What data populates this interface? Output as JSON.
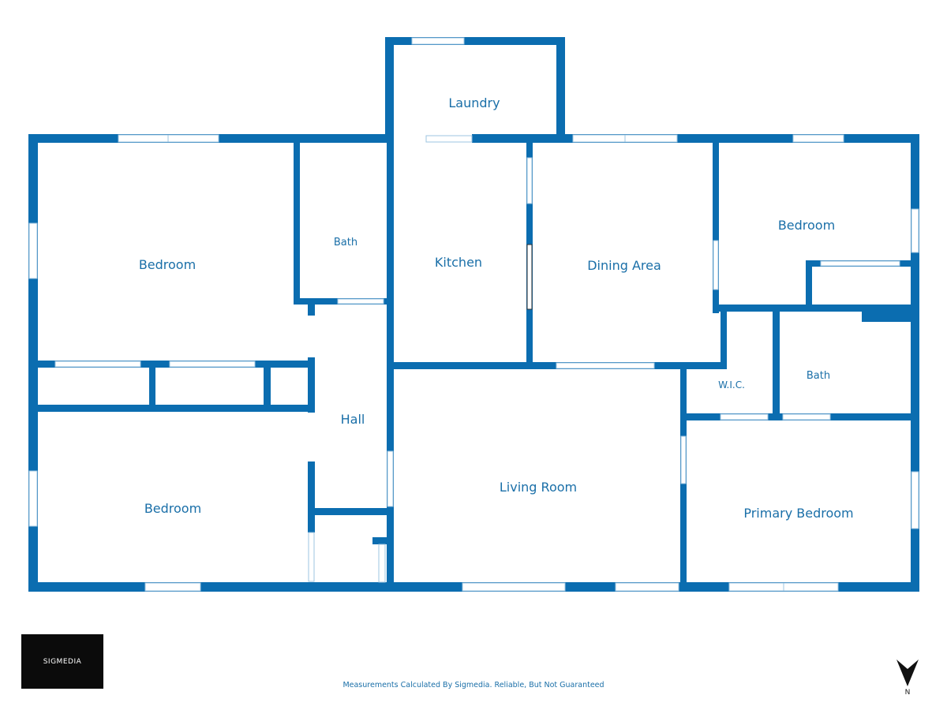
{
  "colors": {
    "wall": "#0b6db0",
    "label": "#1a6fa8",
    "window": "#9cc4e0",
    "background": "#ffffff"
  },
  "rooms": {
    "laundry": "Laundry",
    "bedroom_nw": "Bedroom",
    "bath_center": "Bath",
    "kitchen": "Kitchen",
    "dining": "Dining Area",
    "bedroom_ne": "Bedroom",
    "hall": "Hall",
    "wic": "W.I.C.",
    "bath_east": "Bath",
    "bedroom_sw": "Bedroom",
    "living": "Living Room",
    "primary": "Primary Bedroom"
  },
  "brand": {
    "logo_text": "SIGMEDIA"
  },
  "footer": {
    "disclaimer": "Measurements Calculated By Sigmedia. Reliable, But Not Guaranteed"
  },
  "compass": {
    "label": "N"
  }
}
